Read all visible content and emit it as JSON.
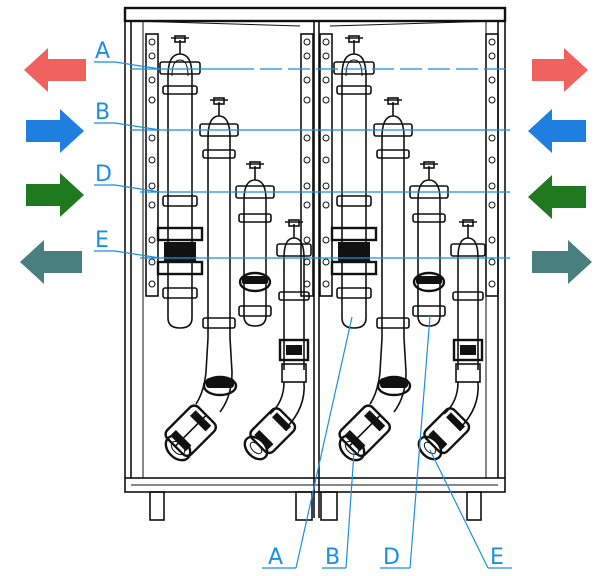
{
  "callouts": {
    "left": [
      "A",
      "B",
      "D",
      "E"
    ],
    "bottom": [
      "A",
      "B",
      "D",
      "E"
    ]
  },
  "colors": {
    "leader": "#1a8fe3",
    "arrow_a": "#f0625e",
    "arrow_b": "#1f7fe0",
    "arrow_d": "#1f7a1f",
    "arrow_e": "#4a7f80",
    "drawing": "#111111"
  },
  "arrows": {
    "a": {
      "left": "outward",
      "right": "outward"
    },
    "b": {
      "left": "inward",
      "right": "inward"
    },
    "d": {
      "left": "inward",
      "right": "inward"
    },
    "e": {
      "left": "outward",
      "right": "outward"
    }
  }
}
